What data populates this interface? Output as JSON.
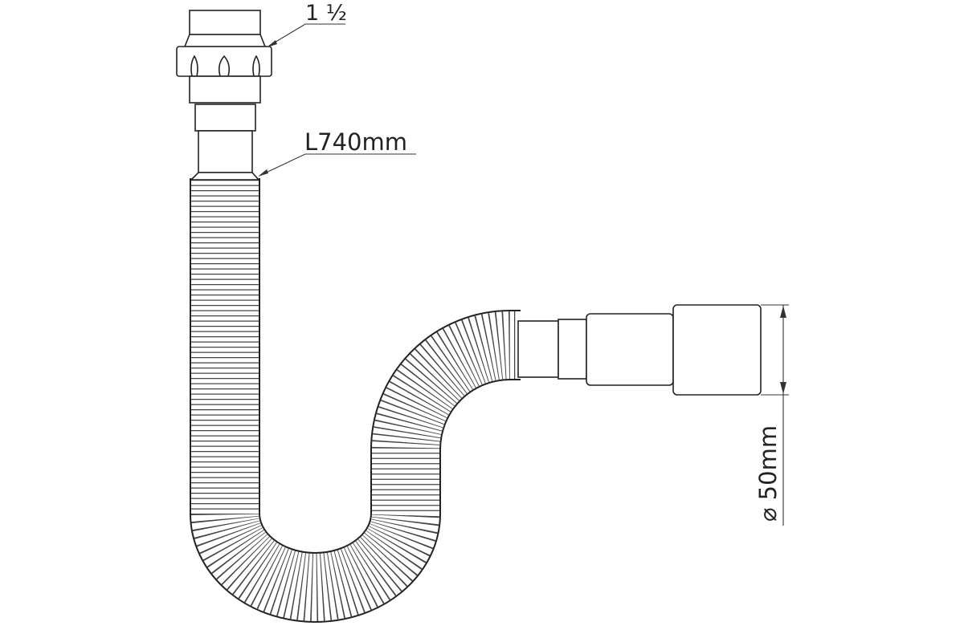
{
  "labels": {
    "thread_size": "1 ½",
    "length": "L740mm",
    "diameter": "⌀ 50mm"
  },
  "colors": {
    "line": "#222222",
    "background": "#ffffff"
  }
}
